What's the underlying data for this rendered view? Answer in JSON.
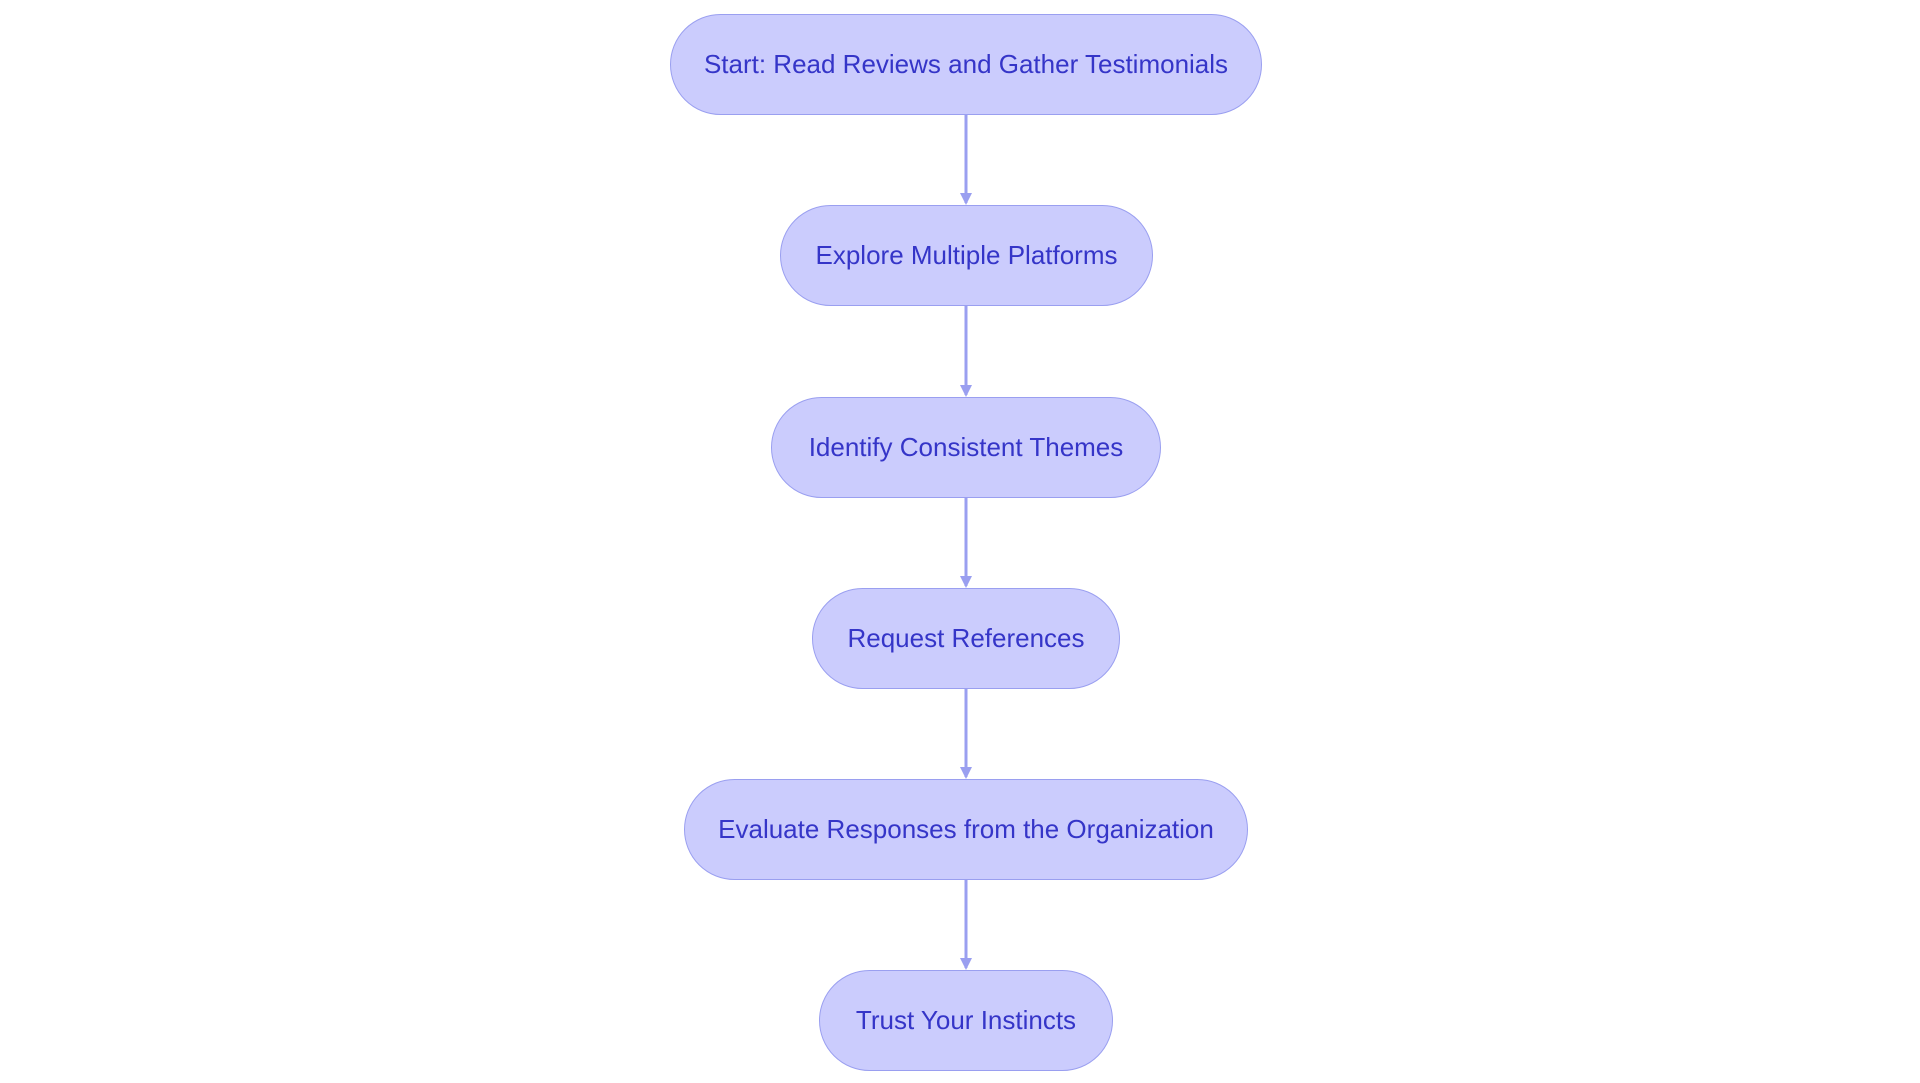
{
  "diagram": {
    "type": "flowchart",
    "direction": "top-to-bottom",
    "colors": {
      "node_fill": "#cbccfd",
      "node_border": "#9a9ff0",
      "node_text": "#3535c8",
      "edge": "#9a9ff0"
    },
    "nodes": [
      {
        "id": "start",
        "label": "Start: Read Reviews and Gather Testimonials"
      },
      {
        "id": "explore",
        "label": "Explore Multiple Platforms"
      },
      {
        "id": "themes",
        "label": "Identify Consistent Themes"
      },
      {
        "id": "references",
        "label": "Request References"
      },
      {
        "id": "evaluate",
        "label": "Evaluate Responses from the Organization"
      },
      {
        "id": "trust",
        "label": "Trust Your Instincts"
      }
    ],
    "edges": [
      {
        "from": "start",
        "to": "explore"
      },
      {
        "from": "explore",
        "to": "themes"
      },
      {
        "from": "themes",
        "to": "references"
      },
      {
        "from": "references",
        "to": "evaluate"
      },
      {
        "from": "evaluate",
        "to": "trust"
      }
    ]
  }
}
